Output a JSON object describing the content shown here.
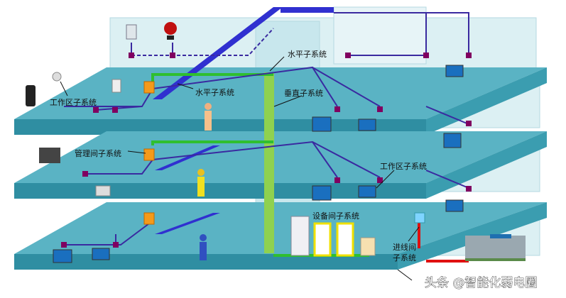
{
  "labels": {
    "horizontal_top": "水平子系统",
    "horizontal_mid": "水平子系统",
    "vertical": "垂直子系统",
    "work_area_left": "工作区子系统",
    "work_area_right": "工作区子系统",
    "management": "管理间子系统",
    "equipment_room": "设备间子系统",
    "entrance_line1": "进线间",
    "entrance_line2": "子系统"
  },
  "watermark": "头条 @智能化弱电圈",
  "colors": {
    "slab_top": "#5ab3c4",
    "slab_front": "#2f8ea2",
    "wall": "#cfe9ee",
    "riser": "#8fd14f",
    "backbone": "#3030d0",
    "cable": "#3a2aa0",
    "outlet": "#800060",
    "panel": "#f59a1a",
    "entrance_cable": "#e01010"
  }
}
